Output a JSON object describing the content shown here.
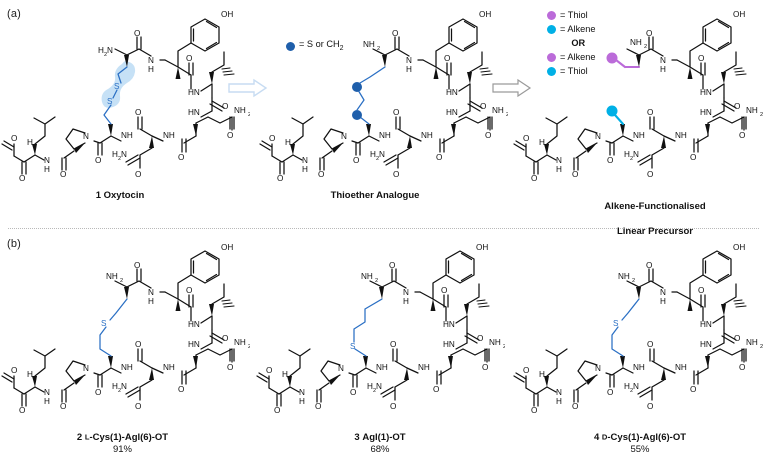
{
  "panels": {
    "a": {
      "label": "(a)"
    },
    "b": {
      "label": "(b)"
    }
  },
  "panel_a": {
    "structures": [
      {
        "caption": "1 Oxytocin",
        "highlight": "disulfide-bridge",
        "highlight_color": "#bcdcf5"
      },
      {
        "caption": "Thioether Analogue"
      },
      {
        "caption_line1": "Alkene-Functionalised",
        "caption_line2": "Linear Precursor"
      }
    ],
    "legend_thioether": {
      "symbol_color": "#1f5fab",
      "text": "= S or CH2",
      "text_prefix": "= S or CH",
      "text_sub": "2"
    },
    "legend_precursor": {
      "option1": [
        {
          "color": "#bb6bd9",
          "text": "= Thiol"
        },
        {
          "color": "#00b0e6",
          "text": "= Alkene"
        }
      ],
      "separator": "OR",
      "option2": [
        {
          "color": "#bb6bd9",
          "text": "= Alkene"
        },
        {
          "color": "#00b0e6",
          "text": "= Thiol"
        }
      ]
    },
    "arrows": [
      {
        "type": "retrosynthetic",
        "color": "#c7dcf2"
      },
      {
        "type": "retrosynthetic",
        "color": "#9a9a9a"
      }
    ]
  },
  "panel_b": {
    "structures": [
      {
        "number": "2",
        "stereo": "L",
        "name": "-Cys(1)-Agl(6)-OT",
        "yield": "91%"
      },
      {
        "number": "3",
        "stereo": "",
        "name": "Agl(1)-OT",
        "yield": "68%"
      },
      {
        "number": "4",
        "stereo": "D",
        "name": "-Cys(1)-Agl(6)-OT",
        "yield": "55%"
      }
    ]
  },
  "colors": {
    "bond_black": "#111111",
    "bond_blue": "#2a6fc4",
    "legend_blue": "#1f5fab",
    "purple": "#bb6bd9",
    "cyan": "#00b0e6",
    "highlight": "#bcdcf5",
    "divider": "#b9b9b9"
  },
  "atoms": {
    "oh": "OH",
    "nh": "NH",
    "hn": "HN",
    "n": "N",
    "o": "O",
    "s": "S",
    "h": "H",
    "h2n": "H",
    "h2n_sub": "2",
    "h2n_tail": "N",
    "nh2_head": "NH",
    "nh2_sub": "2"
  }
}
